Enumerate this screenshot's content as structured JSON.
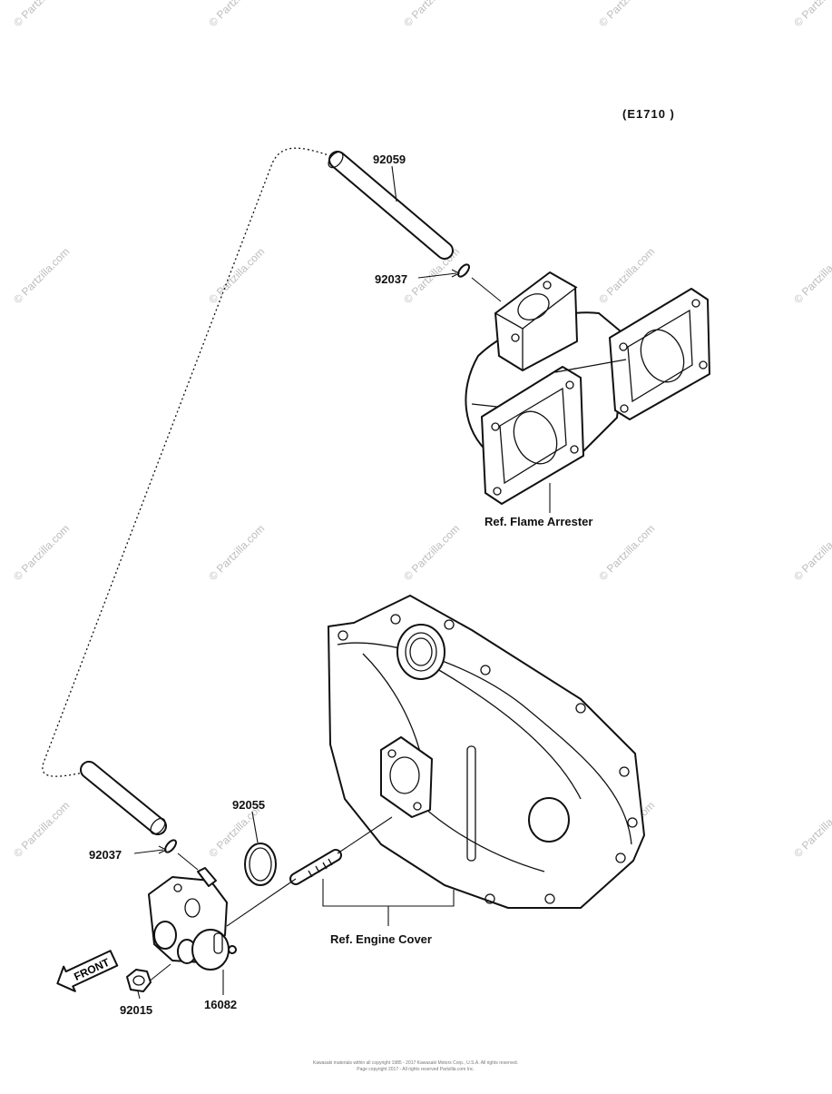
{
  "diagram_code": "(E1710 )",
  "watermark": "© Partzilla.com",
  "parts": [
    {
      "number": "92059"
    },
    {
      "number": "92037"
    },
    {
      "number": "92037"
    },
    {
      "number": "92055"
    },
    {
      "number": "92015"
    },
    {
      "number": "16082"
    }
  ],
  "references": {
    "flame_arrester": "Ref. Flame Arrester",
    "engine_cover": "Ref. Engine Cover"
  },
  "front_marker": "FRONT",
  "footer": {
    "line1": "Kawasaki materials within all copyright 1985 - 2017 Kawasaki Motors Corp., U.S.A. All rights reserved.",
    "line2": "Page copyright 2017 - All rights reserved Partzilla.com Inc."
  }
}
